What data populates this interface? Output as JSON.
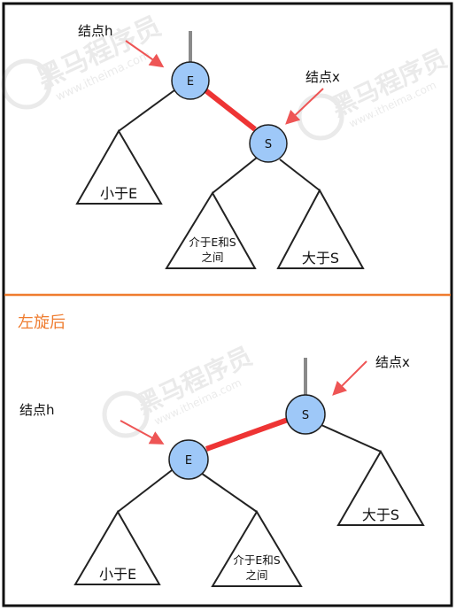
{
  "top": {
    "node_h_label": "结点h",
    "node_x_label": "结点x",
    "node_e": "E",
    "node_s": "S",
    "left_subtree": "小于E",
    "middle_subtree_line1": "介于E和S",
    "middle_subtree_line2": "之间",
    "right_subtree": "大于S"
  },
  "bottom": {
    "title": "左旋后",
    "node_h_label": "结点h",
    "node_x_label": "结点x",
    "node_e": "E",
    "node_s": "S",
    "left_subtree": "小于E",
    "middle_subtree_line1": "介于E和S",
    "middle_subtree_line2": "之间",
    "right_subtree": "大于S"
  },
  "watermark": {
    "brand": "黑马程序员",
    "site": "www.itheima.com"
  },
  "colors": {
    "node_fill": "#9ec8f8",
    "node_stroke": "#1f1f1f",
    "red_link": "#ee3434",
    "arrow": "#ee5555",
    "divider": "#ef7c2f",
    "title": "#ef7c2f",
    "parent_link": "#8a8a8a"
  }
}
